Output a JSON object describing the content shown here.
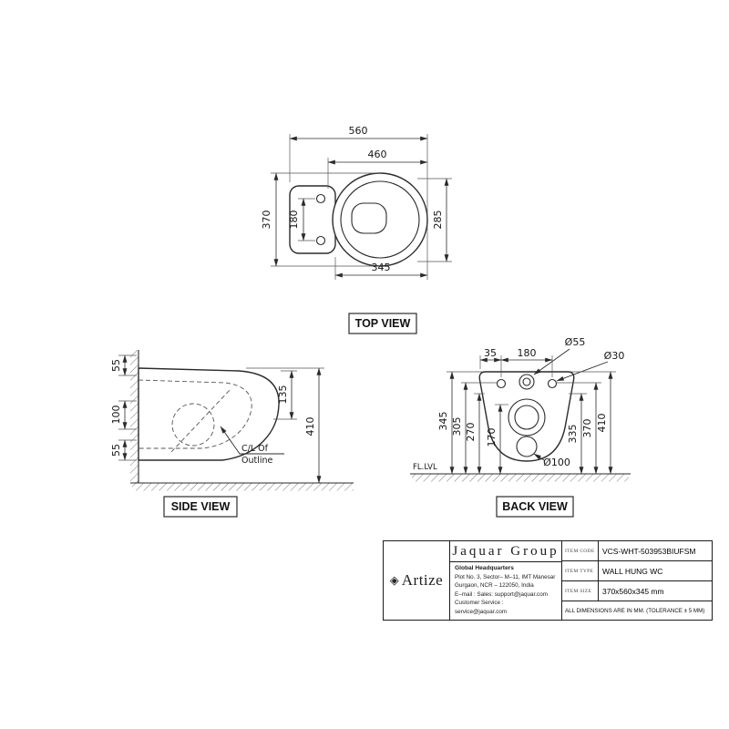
{
  "top_view": {
    "label": "TOP VIEW",
    "dim_560": "560",
    "dim_460": "460",
    "dim_370": "370",
    "dim_180": "180",
    "dim_285": "285",
    "dim_345": "345"
  },
  "side_view": {
    "label": "SIDE VIEW",
    "dim_55_top": "55",
    "dim_100": "100",
    "dim_55_bottom": "55",
    "dim_135": "135",
    "dim_410": "410",
    "note_line1": "C/L Of",
    "note_line2": "Outline"
  },
  "back_view": {
    "label": "BACK VIEW",
    "dia_55": "Ø55",
    "dia_30": "Ø30",
    "dim_35": "35",
    "dim_180": "180",
    "dim_345": "345",
    "dim_305": "305",
    "dim_270": "270",
    "dim_170": "170",
    "dim_335": "335",
    "dim_370": "370",
    "dim_410": "410",
    "dia_100": "Ø100",
    "floor_label": "FL.LVL"
  },
  "title_block": {
    "logo_mark": "◈",
    "brand": "Artize",
    "company": "Jaquar Group",
    "hq_title": "Global Headquarters",
    "address_line1": "Plot No. 3, Sector– M–11, IMT Manesar",
    "address_line2": "Gurgaon, NCR – 122050, India",
    "email_line": "E–mail : Sales: support@jaquar.com",
    "customer_service_line": "Customer Service : service@jaquar.com",
    "item_code_label": "ITEM CODE",
    "item_code_value": "VCS-WHT-503953BIUFSM",
    "item_type_label": "ITEM TYPE",
    "item_type_value": "WALL HUNG WC",
    "item_size_label": "ITEM SIZE",
    "item_size_value": "370x560x345 mm",
    "dimensions_note": "ALL DIMENSIONS ARE IN MM. (TOLERANCE ± 5 MM)"
  }
}
